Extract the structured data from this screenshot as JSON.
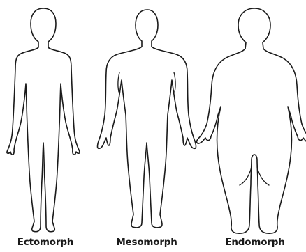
{
  "figures": [
    {
      "id": "ectomorph",
      "label": "Ectomorph"
    },
    {
      "id": "mesomorph",
      "label": "Mesomorph"
    },
    {
      "id": "endomorph",
      "label": "Endomorph"
    }
  ],
  "colors": {
    "outline": "#1a1a1a",
    "background": "#ffffff"
  }
}
